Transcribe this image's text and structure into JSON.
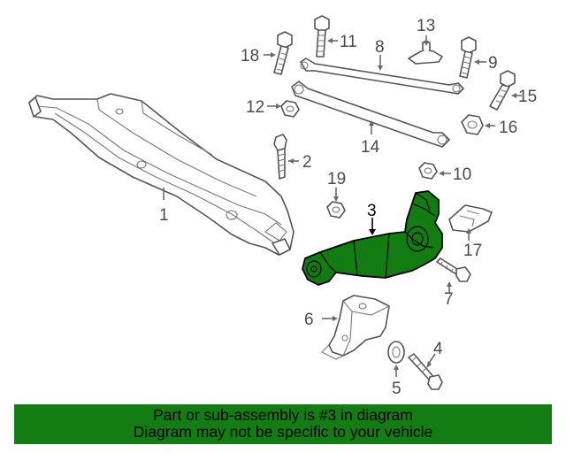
{
  "diagram": {
    "highlight_color": "#127c12",
    "callouts": {
      "c1": "1",
      "c2": "2",
      "c3": "3",
      "c4": "4",
      "c5": "5",
      "c6": "6",
      "c7": "7",
      "c8": "8",
      "c9": "9",
      "c10": "10",
      "c11": "11",
      "c12": "12",
      "c13": "13",
      "c14": "14",
      "c15": "15",
      "c16": "16",
      "c17": "17",
      "c18": "18",
      "c19": "19"
    }
  },
  "banner": {
    "background": "#137c13",
    "line1": "Part or sub-assembly is #3 in diagram",
    "line2": "Diagram may not be specific to your vehicle"
  }
}
